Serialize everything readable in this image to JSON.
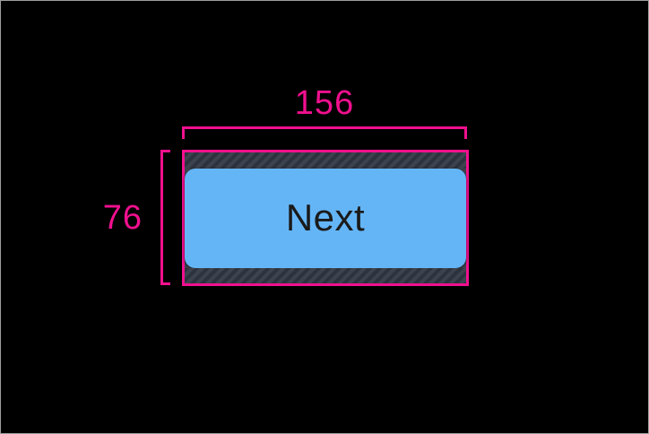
{
  "canvas": {
    "background_color": "#000000",
    "frame_border_color": "#9E9E9E"
  },
  "inspector": {
    "accent_color": "#F1108E",
    "width_value": "156",
    "height_value": "76",
    "padding_hatch_base_color": "#3D434E",
    "padding_hatch_stripe_color": "#2D333E"
  },
  "button": {
    "label": "Next",
    "fill_color": "#64B5F6",
    "text_color": "#1A1A1A"
  }
}
